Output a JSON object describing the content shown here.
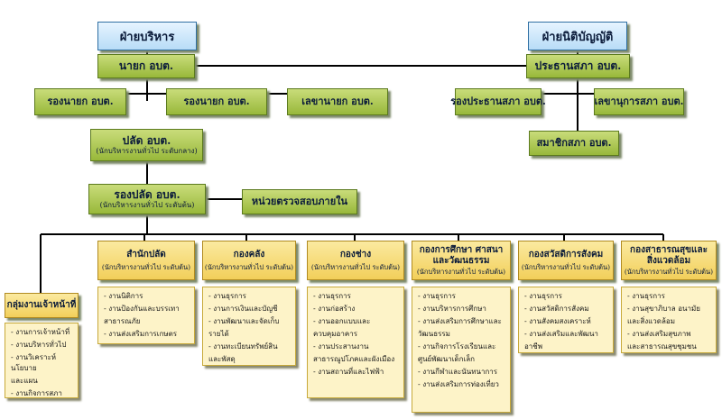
{
  "headers": {
    "executive": "ฝ่ายบริหาร",
    "legislative": "ฝ่ายนิติบัญญัติ"
  },
  "executive": {
    "mayor": "นายก อบต.",
    "deputy_1": "รองนายก อบต.",
    "deputy_2": "รองนายก อบต.",
    "secretary": "เลขานายก อบต."
  },
  "legislative": {
    "council_president": "ประธานสภา อบต.",
    "council_vice": "รองประธานสภา อบต.",
    "council_secretary": "เลขานุการสภา อบต.",
    "council_members": "สมาชิกสภา อบต."
  },
  "admin": {
    "chief": "ปลัด อบต.",
    "chief_level": "(นักบริหารงานทั่วไป ระดับกลาง)",
    "deputy_chief": "รองปลัด อบต.",
    "deputy_chief_level": "(นักบริหารงานทั่วไป ระดับต้น)",
    "internal_audit": "หน่วยตรวจสอบภายใน"
  },
  "staff_group": {
    "title": "กลุ่มงานเจ้าหน้าที่",
    "items": [
      "- งานการเจ้าหน้าที่",
      "- งานบริหารทั่วไป",
      "- งานวิเคราะห์นโยบาย",
      "และแผน",
      "- งานกิจการสภา"
    ]
  },
  "departments": [
    {
      "name": "สำนักปลัด",
      "level": "(นักบริหารงานทั่วไป ระดับต้น)",
      "items": [
        "- งานนิติการ",
        "- งานป้องกันและบรรเทา",
        "สาธารณภัย",
        "- งานส่งเสริมการเกษตร"
      ]
    },
    {
      "name": "กองคลัง",
      "level": "(นักบริหารงานทั่วไป ระดับต้น)",
      "items": [
        "- งานธุรการ",
        "- งานการเงินและบัญชี",
        "- งานพัฒนาและจัดเก็บ",
        "รายได้",
        "- งานทะเบียนทรัพย์สิน",
        "และพัสดุ"
      ]
    },
    {
      "name": "กองช่าง",
      "level": "(นักบริหารงานทั่วไป ระดับต้น)",
      "items": [
        "- งานธุรการ",
        "- งานก่อสร้าง",
        "- งานออกแบบและ",
        "ควบคุมอาคาร",
        "- งานประสานงาน",
        "สาธารณูปโภคและผังเมือง",
        "- งานสถานที่และไฟฟ้า"
      ]
    },
    {
      "name": "กองการศึกษา ศาสนา",
      "name2": "และวัฒนธรรม",
      "level": "(นักบริหารงานทั่วไป ระดับต้น)",
      "items": [
        "- งานธุรการ",
        "- งานบริหารการศึกษา",
        "- งานส่งเสริมการศึกษาและ",
        "วัฒนธรรม",
        "- งานกิจการโรงเรียนและ",
        "ศูนย์พัฒนาเด็กเล็ก",
        "- งานกีฬาและนันทนาการ",
        "- งานส่งเสริมการท่องเที่ยว"
      ]
    },
    {
      "name": "กองสวัสดิการสังคม",
      "level": "(นักบริหารงานทั่วไป ระดับต้น)",
      "items": [
        "- งานธุรการ",
        "- งานสวัสดิการสังคม",
        "- งานสังคมสงเคราะห์",
        "- งานส่งเสริมและพัฒนา",
        "อาชีพ"
      ]
    },
    {
      "name": "กองสาธารณสุขและ",
      "name2": "สิ่งแวดล้อม",
      "level": "(นักบริหารงานทั่วไป ระดับต้น)",
      "items": [
        "- งานธุรการ",
        "- งานสุขาภิบาล อนามัย",
        "และสิ่งแวดล้อม",
        "- งานส่งเสริมสุขภาพ",
        "และสาธารณสุขชุมชน"
      ]
    }
  ],
  "colors": {
    "green_box": "#a9c64a",
    "dept_box": "#f4d462",
    "list_bg": "#fdf3c8",
    "header_bg": "#cfe8fb",
    "line": "#000000"
  }
}
